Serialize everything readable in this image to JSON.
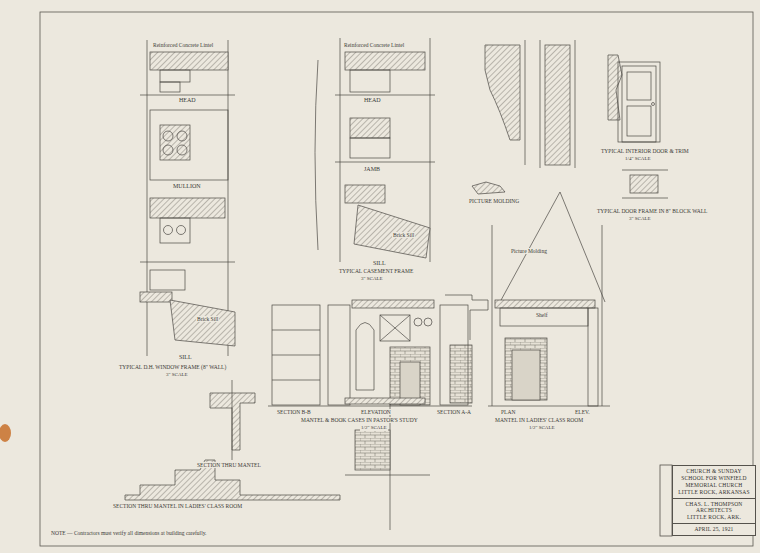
{
  "diagram": {
    "nodes": [
      {
        "text": [
          "CHURCH & SUNDAY SCHOOL FOR WINFIELD MEMORIAL CHURCH",
          "LITTLE ROCK, ARKANSAS"
        ]
      },
      {
        "text": [
          "CHAS. L. THOMPSON",
          "ARCHITECTS",
          "LITTLE ROCK, ARK."
        ]
      },
      {
        "text": [
          "APRIL 25, 1921"
        ]
      }
    ],
    "labels": [
      "Reinforced Concrete Lintel",
      "HEAD",
      "MULLION",
      "SILL",
      "Brick Sill",
      "TYPICAL D.H. WINDOW FRAME (8\" WALL)",
      "3\" SCALE",
      "Reinforced Concrete Lintel",
      "HEAD",
      "JAMB",
      "SILL",
      "Brick Sill",
      "TYPICAL CASEMENT FRAME",
      "3\" SCALE",
      "PICTURE MOLDING",
      "TYPICAL INTERIOR DOOR & TRIM",
      "1/4\" SCALE",
      "TYPICAL DOOR FRAME IN 8\" BLOCK WALL",
      "3\" SCALE",
      "Picture Molding",
      "Shelf",
      "SECTION B-B",
      "ELEVATION",
      "SECTION A-A",
      "MANTEL & BOOK CASES IN PASTOR'S STUDY",
      "1/2\" SCALE",
      "PLAN",
      "ELEV.",
      "MANTEL IN LADIES' CLASS ROOM",
      "1/2\" SCALE",
      "SECTION THRU MANTEL",
      "SECTION THRU MANTEL IN LADIES' CLASS ROOM",
      "NOTE — Contractors must verify all dimensions at building carefully."
    ]
  }
}
